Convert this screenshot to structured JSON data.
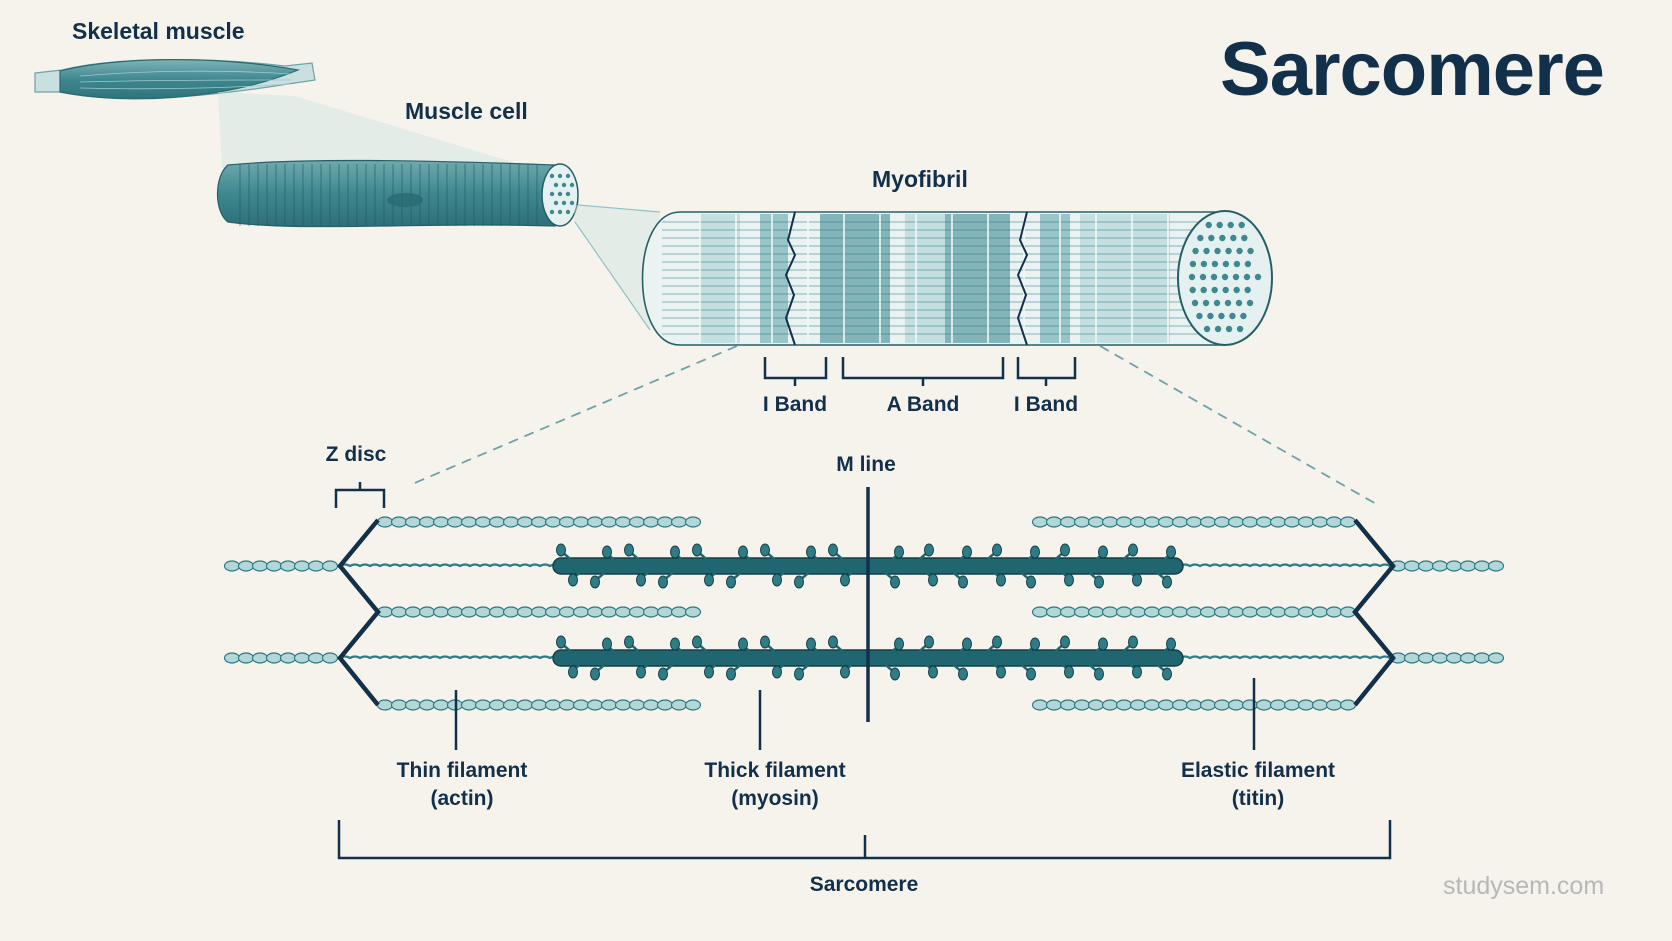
{
  "title": "Sarcomere",
  "labels": {
    "skeletal_muscle": "Skeletal muscle",
    "muscle_cell": "Muscle cell",
    "myofibril": "Myofibril",
    "i_band_left": "I Band",
    "a_band": "A Band",
    "i_band_right": "I Band",
    "z_disc": "Z disc",
    "m_line": "M line",
    "thin_filament": "Thin filament",
    "thin_filament_sub": "(actin)",
    "thick_filament": "Thick filament",
    "thick_filament_sub": "(myosin)",
    "elastic_filament": "Elastic filament",
    "elastic_filament_sub": "(titin)",
    "sarcomere": "Sarcomere"
  },
  "credit": "studysem.com",
  "colors": {
    "background": "#f6f2ec",
    "navy": "#13304a",
    "teal": "#2f7c86",
    "teal_light": "#8fc2c6",
    "teal_pale": "#d7ebea",
    "credit_gray": "#b8b8b8"
  }
}
